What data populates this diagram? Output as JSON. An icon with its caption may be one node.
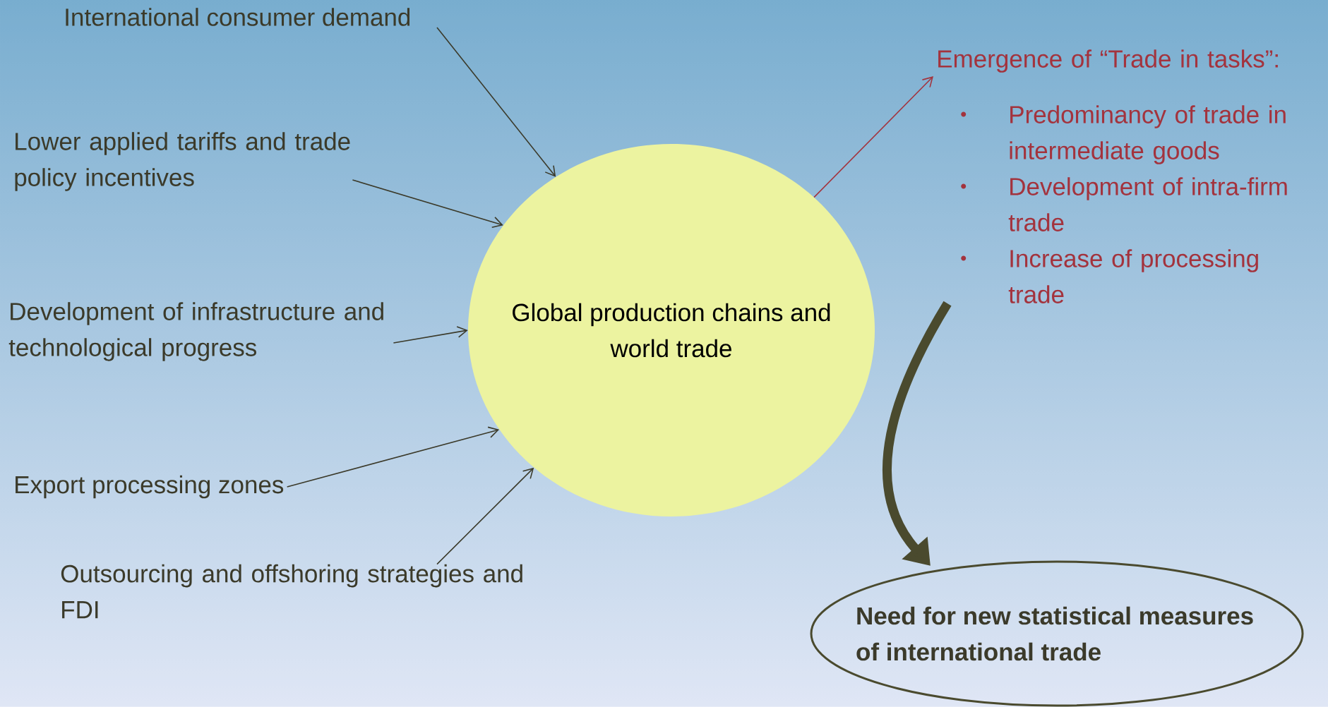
{
  "diagram": {
    "nodes": [
      {
        "text": [
          "International consumer demand"
        ]
      },
      {
        "text": [
          "Lower applied tariffs and trade policy incentives"
        ]
      },
      {
        "text": [
          "Development of infrastructure and technological progress"
        ]
      },
      {
        "text": [
          "Export processing zones"
        ]
      },
      {
        "text": [
          "Outsourcing and offshoring strategies and FDI"
        ]
      },
      {
        "text": [
          "Global production chains and world trade"
        ]
      },
      {
        "text": [
          "Emergence of “Trade in tasks”:",
          "Predominancy of trade in intermediate goods",
          "Development of intra-firm trade",
          "Increase of processing trade"
        ]
      },
      {
        "text": [
          "Need for new statistical measures of international trade"
        ]
      }
    ],
    "edges": [
      {
        "from": 0,
        "to": 5,
        "arrow": "to"
      },
      {
        "from": 1,
        "to": 5,
        "arrow": "to"
      },
      {
        "from": 2,
        "to": 5,
        "arrow": "to"
      },
      {
        "from": 3,
        "to": 5,
        "arrow": "to"
      },
      {
        "from": 4,
        "to": 5,
        "arrow": "to"
      },
      {
        "from": 5,
        "to": 6,
        "arrow": "to",
        "color": "#a3333d"
      },
      {
        "from": 6,
        "to": 7,
        "arrow": "to",
        "style": "thick"
      }
    ]
  }
}
